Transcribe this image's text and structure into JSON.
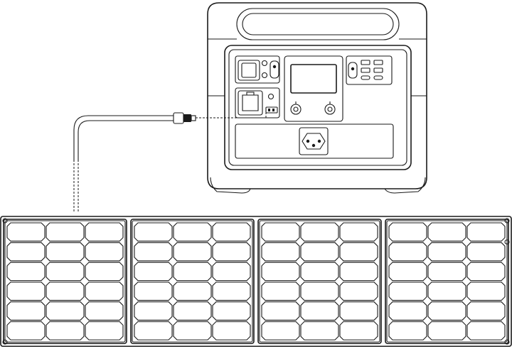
{
  "diagram": {
    "device": "portable-power-station",
    "connection": "solar-input",
    "panel_count": 4,
    "cells_per_panel": {
      "columns": 3,
      "rows": 6
    },
    "colors": {
      "line": "#1a1a1a",
      "background": "#ffffff"
    }
  }
}
